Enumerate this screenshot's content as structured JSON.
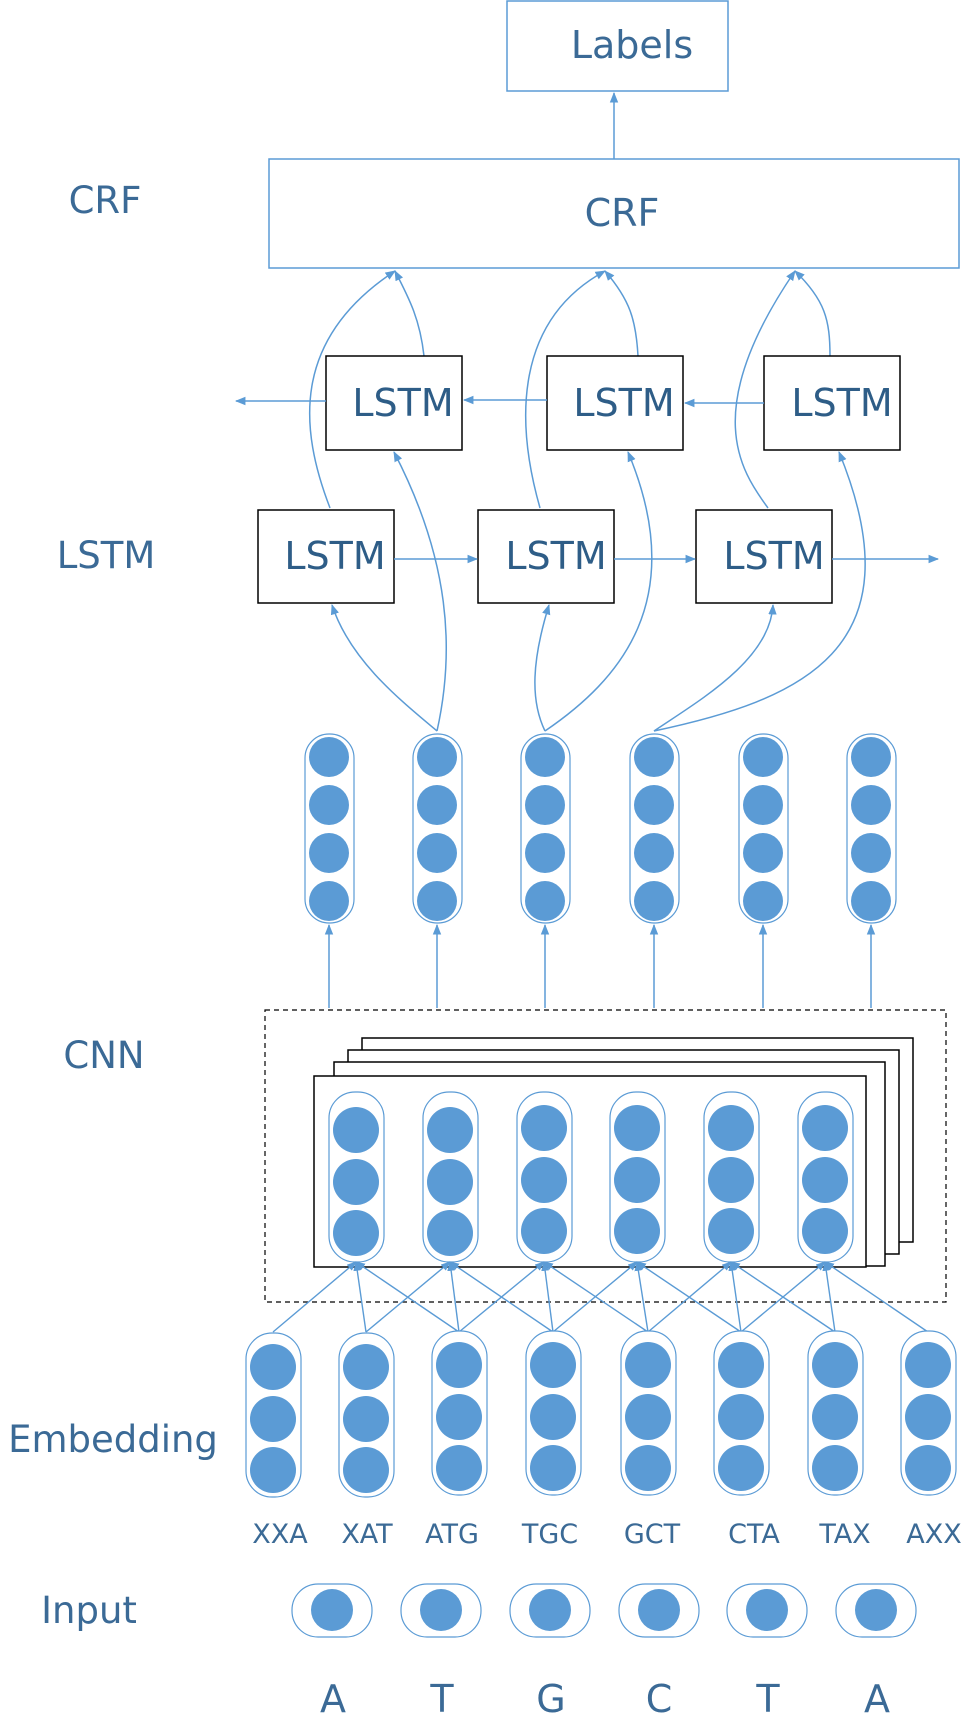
{
  "diagram": {
    "layer_labels": {
      "crf": "CRF",
      "lstm": "LSTM",
      "cnn": "CNN",
      "embedding": "Embedding",
      "input": "Input"
    },
    "output_box": "Labels",
    "crf_box": "CRF",
    "lstm_box": "LSTM",
    "trigrams": [
      "XXA",
      "XAT",
      "ATG",
      "TGC",
      "GCT",
      "CTA",
      "TAX",
      "AXX"
    ],
    "bases": [
      "A",
      "T",
      "G",
      "C",
      "T",
      "A"
    ],
    "colors": {
      "line": "#5b9bd5",
      "node": "#5b9bd5",
      "text": "#3b6a96",
      "box_border": "#000000"
    }
  }
}
